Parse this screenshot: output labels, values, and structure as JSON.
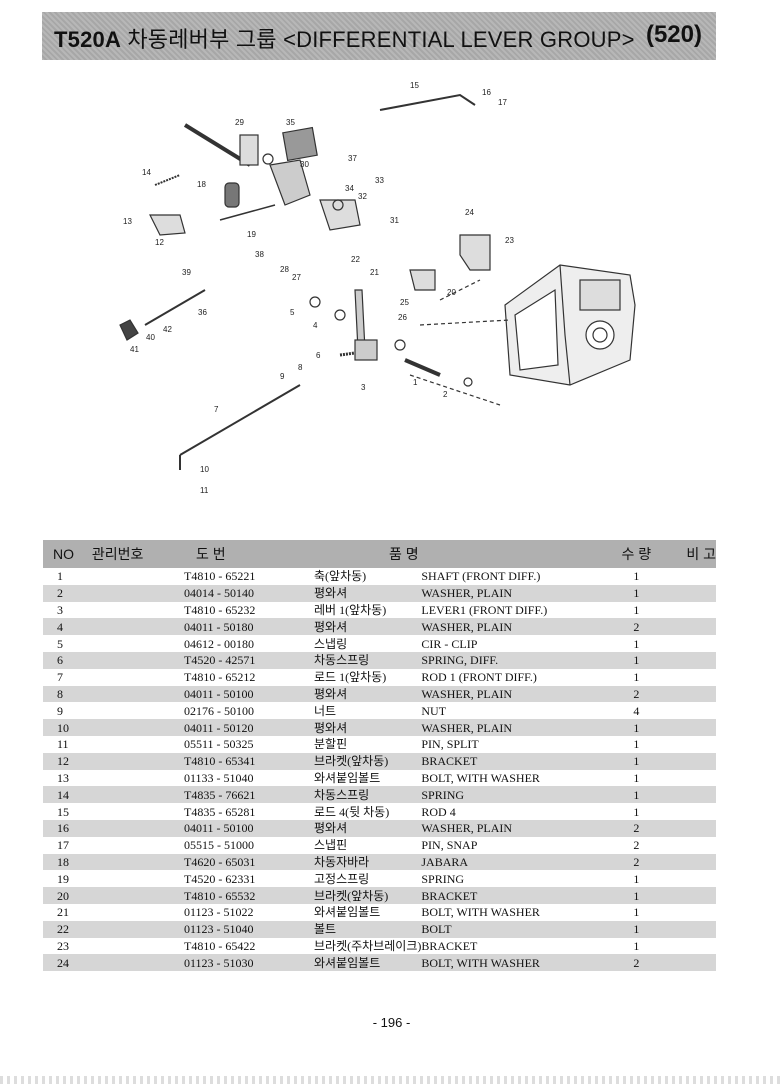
{
  "header": {
    "code": "T520A",
    "title": "차동레버부 그룹 <DIFFERENTIAL LEVER GROUP>",
    "page_ref": "(520)"
  },
  "diagram": {
    "callouts": [
      "1",
      "2",
      "3",
      "4",
      "5",
      "6",
      "7",
      "8",
      "9",
      "10",
      "11",
      "12",
      "13",
      "14",
      "15",
      "16",
      "17",
      "18",
      "19",
      "20",
      "21",
      "22",
      "23",
      "24",
      "25",
      "26",
      "27",
      "28",
      "29",
      "30",
      "31",
      "32",
      "33",
      "34",
      "35",
      "36",
      "37",
      "38",
      "39",
      "40",
      "41",
      "42"
    ]
  },
  "table": {
    "headers": {
      "no": "NO",
      "mgmt": "관리번호",
      "part_no": "도    번",
      "name": "품           명",
      "qty": "수 량",
      "remarks": "비  고"
    },
    "rows": [
      {
        "no": "1",
        "code": "T4810 - 65221",
        "kr": "축(앞차동)",
        "en": "SHAFT (FRONT DIFF.)",
        "qty": "1"
      },
      {
        "no": "2",
        "code": "04014 - 50140",
        "kr": "평와셔",
        "en": "WASHER, PLAIN",
        "qty": "1"
      },
      {
        "no": "3",
        "code": "T4810 - 65232",
        "kr": "레버 1(앞차동)",
        "en": "LEVER1 (FRONT DIFF.)",
        "qty": "1"
      },
      {
        "no": "4",
        "code": "04011 - 50180",
        "kr": "평와셔",
        "en": "WASHER, PLAIN",
        "qty": "2"
      },
      {
        "no": "5",
        "code": "04612 - 00180",
        "kr": "스냅링",
        "en": "CIR - CLIP",
        "qty": "1"
      },
      {
        "no": "6",
        "code": "T4520 - 42571",
        "kr": "차동스프링",
        "en": "SPRING, DIFF.",
        "qty": "1"
      },
      {
        "no": "7",
        "code": "T4810 - 65212",
        "kr": "로드 1(앞차동)",
        "en": "ROD 1 (FRONT DIFF.)",
        "qty": "1"
      },
      {
        "no": "8",
        "code": "04011 - 50100",
        "kr": "평와셔",
        "en": "WASHER, PLAIN",
        "qty": "2"
      },
      {
        "no": "9",
        "code": "02176 - 50100",
        "kr": "너트",
        "en": "NUT",
        "qty": "4"
      },
      {
        "no": "10",
        "code": "04011 - 50120",
        "kr": "평와셔",
        "en": "WASHER, PLAIN",
        "qty": "1"
      },
      {
        "no": "11",
        "code": "05511 - 50325",
        "kr": "분할핀",
        "en": "PIN, SPLIT",
        "qty": "1"
      },
      {
        "no": "12",
        "code": "T4810 - 65341",
        "kr": "브라켓(앞차동)",
        "en": "BRACKET",
        "qty": "1"
      },
      {
        "no": "13",
        "code": "01133 - 51040",
        "kr": "와셔붙임볼트",
        "en": "BOLT, WITH WASHER",
        "qty": "1"
      },
      {
        "no": "14",
        "code": "T4835 - 76621",
        "kr": "차동스프링",
        "en": "SPRING",
        "qty": "1"
      },
      {
        "no": "15",
        "code": "T4835 - 65281",
        "kr": "로드 4(뒷 차동)",
        "en": "ROD 4",
        "qty": "1"
      },
      {
        "no": "16",
        "code": "04011 - 50100",
        "kr": "평와셔",
        "en": "WASHER, PLAIN",
        "qty": "2"
      },
      {
        "no": "17",
        "code": "05515 - 51000",
        "kr": "스냅핀",
        "en": "PIN, SNAP",
        "qty": "2"
      },
      {
        "no": "18",
        "code": "T4620 - 65031",
        "kr": "차동자바라",
        "en": "JABARA",
        "qty": "2"
      },
      {
        "no": "19",
        "code": "T4520 - 62331",
        "kr": "고정스프링",
        "en": "SPRING",
        "qty": "1"
      },
      {
        "no": "20",
        "code": "T4810 - 65532",
        "kr": "브라켓(앞차동)",
        "en": "BRACKET",
        "qty": "1"
      },
      {
        "no": "21",
        "code": "01123 - 51022",
        "kr": "와셔붙임볼트",
        "en": "BOLT, WITH WASHER",
        "qty": "1"
      },
      {
        "no": "22",
        "code": "01123 - 51040",
        "kr": "볼트",
        "en": "BOLT",
        "qty": "1"
      },
      {
        "no": "23",
        "code": "T4810 - 65422",
        "kr": "브라켓(주차브레이크)",
        "en": "BRACKET",
        "qty": "1"
      },
      {
        "no": "24",
        "code": "01123 - 51030",
        "kr": "와셔붙임볼트",
        "en": "BOLT, WITH WASHER",
        "qty": "2"
      }
    ]
  },
  "footer": {
    "page_number": "- 196 -"
  }
}
